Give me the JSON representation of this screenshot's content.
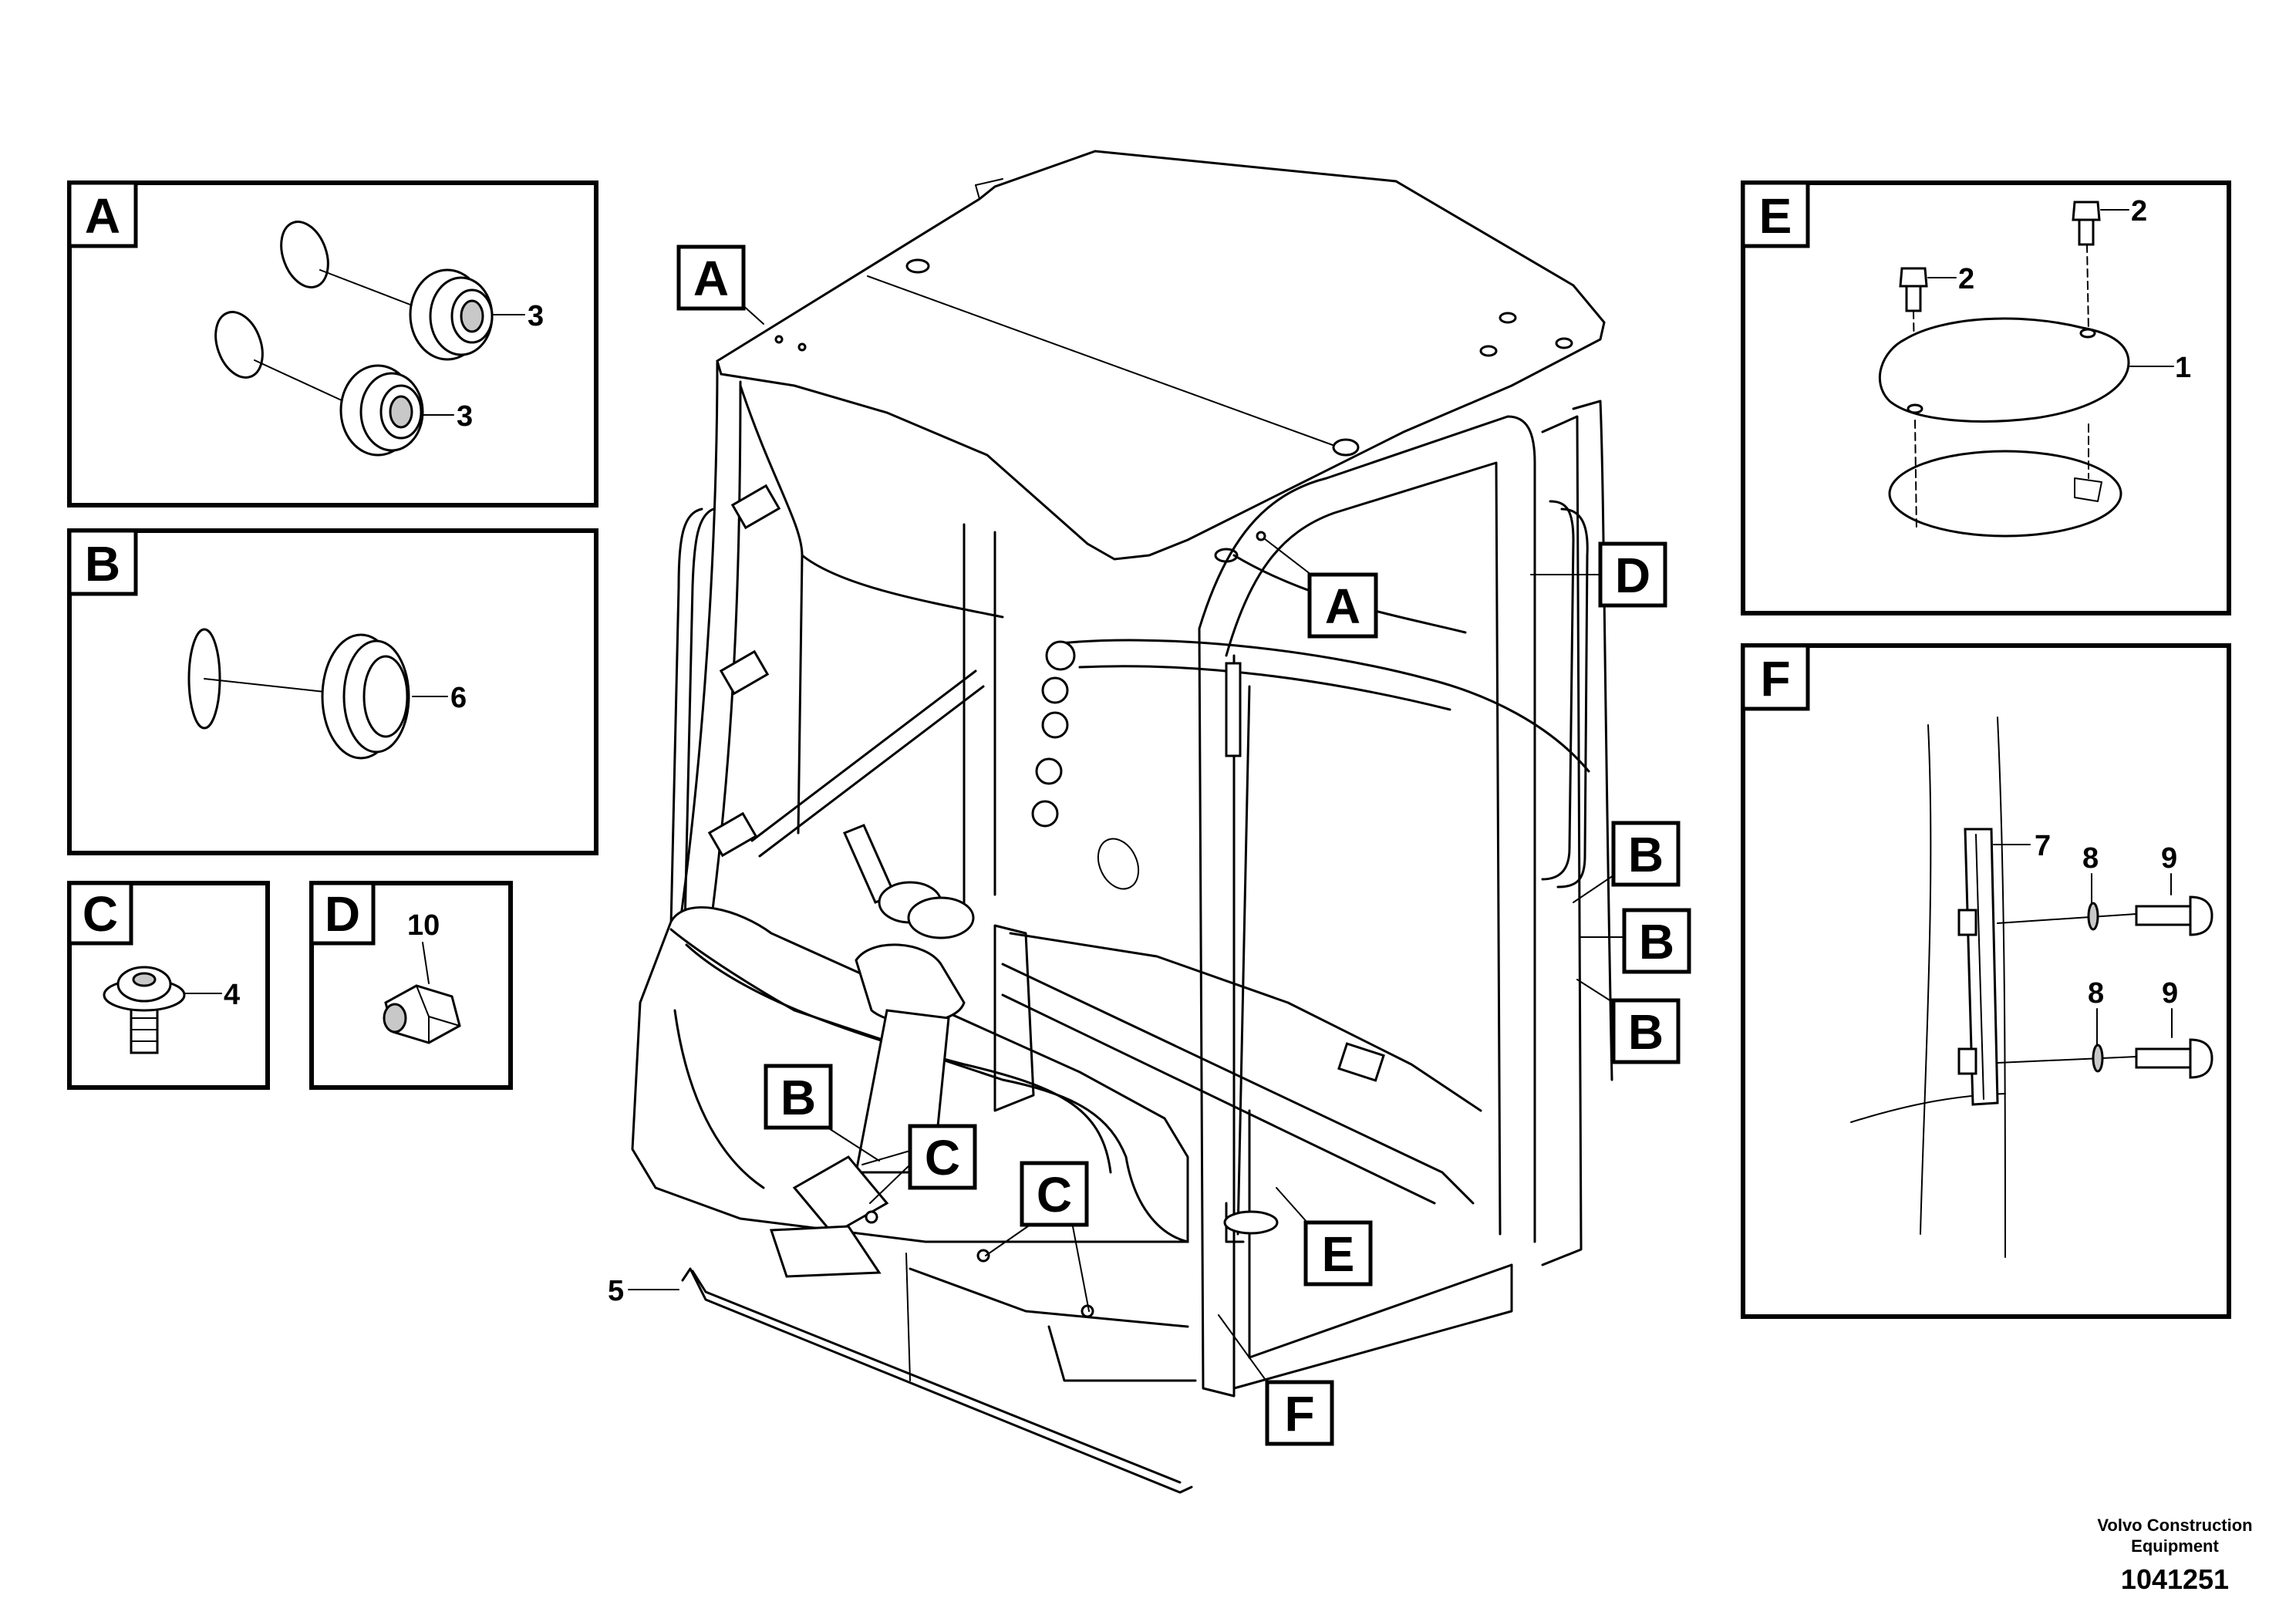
{
  "detail_panels": [
    {
      "id": "A",
      "label": "A",
      "callouts": [
        "3",
        "3"
      ]
    },
    {
      "id": "B",
      "label": "B",
      "callouts": [
        "6"
      ]
    },
    {
      "id": "C",
      "label": "C",
      "callouts": [
        "4"
      ]
    },
    {
      "id": "D",
      "label": "D",
      "callouts": [
        "10"
      ]
    },
    {
      "id": "E",
      "label": "E",
      "callouts": [
        "2",
        "2",
        "1"
      ]
    },
    {
      "id": "F",
      "label": "F",
      "callouts": [
        "7",
        "8",
        "9",
        "8",
        "9"
      ]
    }
  ],
  "cab_callouts": {
    "A_roof": "A",
    "A_pillar": "A",
    "D": "D",
    "B_right_1": "B",
    "B_right_2": "B",
    "B_right_3": "B",
    "B_front": "B",
    "C_1": "C",
    "C_2": "C",
    "E": "E",
    "F": "F",
    "part_5": "5"
  },
  "footer": {
    "company_line1": "Volvo Construction",
    "company_line2": "Equipment",
    "document_number": "1041251"
  }
}
